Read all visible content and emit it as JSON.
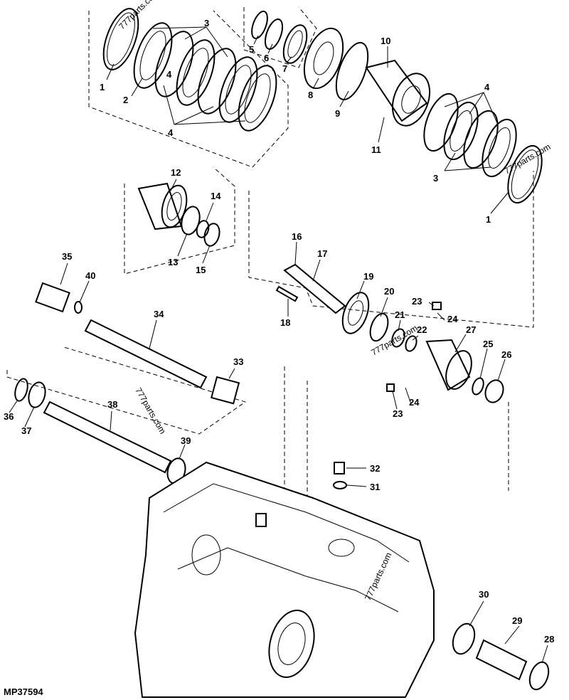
{
  "diagram": {
    "reference": "MP37594",
    "watermark": "777parts.com",
    "callouts": {
      "c1a": "1",
      "c1b": "1",
      "c2": "2",
      "c3a": "3",
      "c3b": "3",
      "c4a": "4",
      "c4b": "4",
      "c4c": "4",
      "c5": "5",
      "c6": "6",
      "c7": "7",
      "c8": "8",
      "c9": "9",
      "c10": "10",
      "c11": "11",
      "c12": "12",
      "c13": "13",
      "c14": "14",
      "c15": "15",
      "c16": "16",
      "c17": "17",
      "c18": "18",
      "c19": "19",
      "c20": "20",
      "c21": "21",
      "c22": "22",
      "c23a": "23",
      "c23b": "23",
      "c24a": "24",
      "c24b": "24",
      "c25": "25",
      "c26": "26",
      "c27": "27",
      "c28": "28",
      "c29": "29",
      "c30": "30",
      "c31": "31",
      "c32": "32",
      "c33": "33",
      "c34": "34",
      "c35": "35",
      "c36": "36",
      "c37": "37",
      "c38": "38",
      "c39": "39",
      "c40": "40"
    }
  }
}
